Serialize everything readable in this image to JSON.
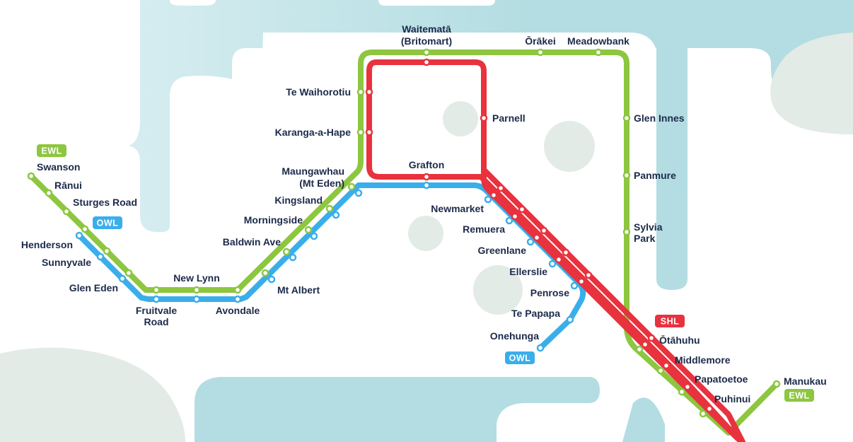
{
  "colors": {
    "ewl": "#8dc63f",
    "owl": "#3aaeea",
    "shl": "#e8323e",
    "water": "#b3dde2",
    "land": "#ffffff",
    "park": "#e3ebe6",
    "text": "#1c2a4a"
  },
  "lines": {
    "ewl": {
      "badge": "EWL"
    },
    "owl": {
      "badge": "OWL"
    },
    "shl": {
      "badge": "SHL"
    }
  },
  "stations": {
    "swanson": "Swanson",
    "ranui": "Rānui",
    "sturges_road": "Sturges Road",
    "henderson": "Henderson",
    "sunnyvale": "Sunnyvale",
    "glen_eden": "Glen Eden",
    "fruitvale_road_1": "Fruitvale",
    "fruitvale_road_2": "Road",
    "new_lynn": "New Lynn",
    "avondale": "Avondale",
    "mt_albert": "Mt Albert",
    "baldwin_ave": "Baldwin Ave",
    "morningside": "Morningside",
    "kingsland": "Kingsland",
    "maungawhau_1": "Maungawhau",
    "maungawhau_2": "(Mt Eden)",
    "karanga_a_hape": "Karanga-a-Hape",
    "te_waihorotiu": "Te Waihorotiu",
    "waitemata_1": "Waitematā",
    "waitemata_2": "(Britomart)",
    "orakei": "Ōrākei",
    "meadowbank": "Meadowbank",
    "glen_innes": "Glen Innes",
    "panmure": "Panmure",
    "sylvia_park_1": "Sylvia",
    "sylvia_park_2": "Park",
    "parnell": "Parnell",
    "grafton": "Grafton",
    "newmarket": "Newmarket",
    "remuera": "Remuera",
    "greenlane": "Greenlane",
    "ellerslie": "Ellerslie",
    "penrose": "Penrose",
    "te_papapa": "Te Papapa",
    "onehunga": "Onehunga",
    "otahuhu": "Ōtāhuhu",
    "middlemore": "Middlemore",
    "papatoetoe": "Papatoetoe",
    "puhinui": "Puhinui",
    "manukau": "Manukau"
  }
}
